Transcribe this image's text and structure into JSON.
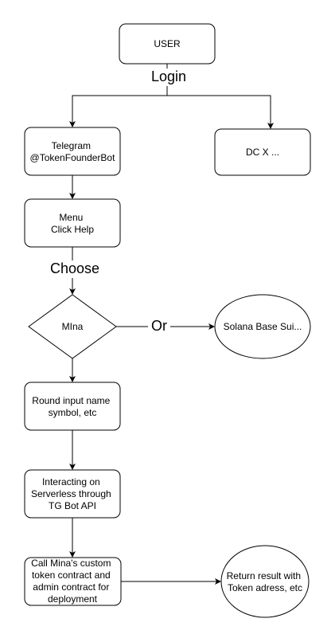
{
  "diagram": {
    "nodes": {
      "user": {
        "lines": [
          "USER"
        ]
      },
      "telegram": {
        "lines": [
          "Telegram",
          "@TokenFounderBot"
        ]
      },
      "dcx": {
        "lines": [
          "DC X ..."
        ]
      },
      "menu": {
        "lines": [
          "Menu",
          "Click Help"
        ]
      },
      "mina": {
        "lines": [
          "MIna"
        ]
      },
      "solana": {
        "lines": [
          "Solana Base Sui..."
        ]
      },
      "round_input": {
        "lines": [
          "Round input name",
          "symbol, etc"
        ]
      },
      "interacting": {
        "lines": [
          "Interacting on",
          "Serverless through",
          "TG Bot API"
        ]
      },
      "call_mina": {
        "lines": [
          "Call Mina's custom",
          "token contract and",
          "admin contract for",
          "deployment"
        ]
      },
      "return_result": {
        "lines": [
          "Return result with",
          "Token adress, etc"
        ]
      }
    },
    "edge_labels": {
      "login": "Login",
      "choose": "Choose",
      "or": "Or"
    }
  }
}
